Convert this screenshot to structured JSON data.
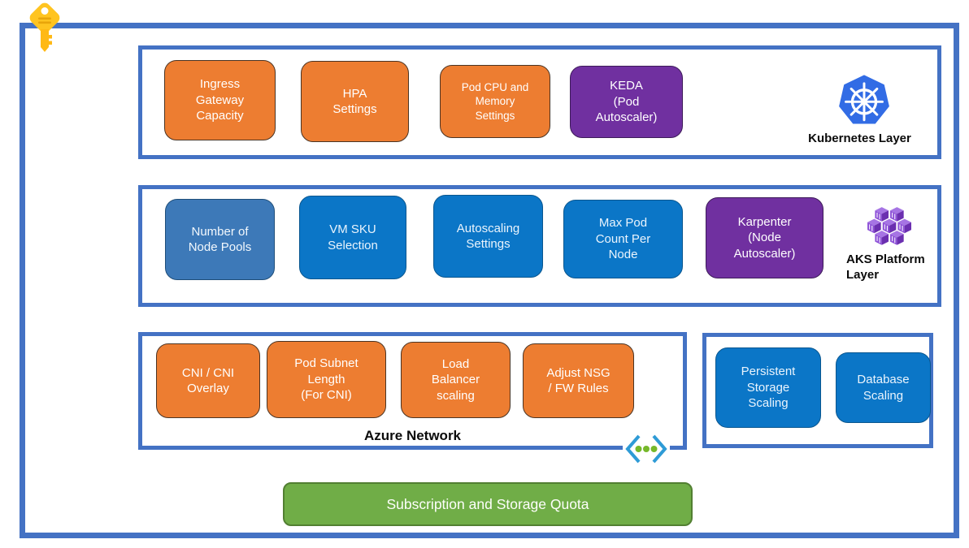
{
  "colors": {
    "section_border": "#4472C4",
    "orange": "#ED7D31",
    "blue": "#0B76C7",
    "light_blue": "#3D79B8",
    "purple": "#7030A0",
    "green": "#70AD47",
    "kubernetes_blue": "#326CE5",
    "aks_purple": "#8C4FD7",
    "chevron_blue": "#2E9BD6",
    "dot_green": "#76B82A",
    "key_gold": "#FFC420"
  },
  "icons": {
    "key": "key-icon",
    "kubernetes_logo": "kubernetes-logo-icon",
    "aks_platform": "aks-platform-icon",
    "code_dots": "code-dots-icon"
  },
  "layers": {
    "kubernetes": {
      "label": "Kubernetes Layer",
      "boxes": [
        {
          "text": "Ingress\nGateway\nCapacity",
          "type": "orange"
        },
        {
          "text": "HPA\nSettings",
          "type": "orange"
        },
        {
          "text": "Pod CPU and\nMemory\nSettings",
          "type": "orange"
        },
        {
          "text": "KEDA\n(Pod\nAutoscaler)",
          "type": "purple"
        }
      ]
    },
    "aks_platform": {
      "label": "AKS Platform\nLayer",
      "boxes": [
        {
          "text": "Number of\nNode Pools",
          "type": "light-blue"
        },
        {
          "text": "VM SKU\nSelection",
          "type": "blue"
        },
        {
          "text": "Autoscaling\nSettings",
          "type": "blue"
        },
        {
          "text": "Max Pod\nCount Per\nNode",
          "type": "blue"
        },
        {
          "text": "Karpenter\n(Node\nAutoscaler)",
          "type": "purple"
        }
      ]
    },
    "azure_network": {
      "label": "Azure Network",
      "boxes": [
        {
          "text": "CNI / CNI\nOverlay",
          "type": "orange"
        },
        {
          "text": "Pod Subnet\nLength\n(For CNI)",
          "type": "orange"
        },
        {
          "text": "Load\nBalancer\nscaling",
          "type": "orange"
        },
        {
          "text": "Adjust NSG\n/ FW Rules",
          "type": "orange"
        }
      ]
    },
    "storage": {
      "boxes": [
        {
          "text": "Persistent\nStorage\nScaling",
          "type": "blue"
        },
        {
          "text": "Database\nScaling",
          "type": "blue"
        }
      ]
    },
    "quota": {
      "label": "Subscription and Storage Quota"
    }
  }
}
